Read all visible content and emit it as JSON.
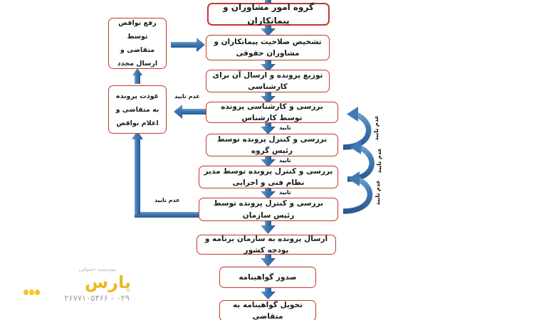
{
  "diagram": {
    "title": "گروه امور مشاوران و پیمانکاران",
    "nodes": [
      {
        "id": "header",
        "label": "گروه امور مشاوران و پیمانکاران"
      },
      {
        "id": "n1",
        "label": "تشخیص صلاحیت پیمانکاران و مشاوران حقوقی"
      },
      {
        "id": "n2",
        "label": "توزیع پرونده و ارسال آن برای کارشناسی"
      },
      {
        "id": "n3",
        "label": "بررسی و کارشناسی پرونده توسط کارشناس"
      },
      {
        "id": "n4",
        "label": "بررسی و کنترل پرونده توسط رئیس گروه"
      },
      {
        "id": "n5",
        "label": "بررسی و کنترل پرونده توسط مدیر نظام فنی و اجرایی"
      },
      {
        "id": "n6",
        "label": "بررسی و کنترل پرونده توسط رئیس سازمان"
      },
      {
        "id": "n7",
        "label": "ارسال پرونده به سازمان برنامه و بودجه کشور"
      },
      {
        "id": "n8",
        "label": "صدور گواهینامه"
      },
      {
        "id": "n9",
        "label": "تحویل گواهینامه به متقاضی"
      },
      {
        "id": "l1",
        "label": "رفع نواقص توسط متقاضی و ارسال مجدد"
      },
      {
        "id": "l2",
        "label": "عودت پرونده به متقاضی و اعلام نواقص"
      }
    ],
    "edge_labels": {
      "reject_left_top": "عدم تایید",
      "reject_left_bottom": "عدم تایید",
      "approve_1": "تایید",
      "approve_2": "تایید",
      "approve_3": "تایید",
      "reject_right_1": "عدم تایید",
      "reject_right_2": "عدم تایید",
      "reject_right_3": "عدم تایید"
    },
    "colors": {
      "box_border": "#c0392b",
      "box_fill": "#ffffff",
      "arrow": "#3f7ab5",
      "arrow_dark": "#2f5f92",
      "text": "#1a1a1a"
    }
  },
  "watermark": {
    "top_text": "موسسه حقوقی",
    "main_text": "پارس",
    "phone": "۰۲۹ - ۲۶۷۷۱۰۵۴۶۶"
  }
}
